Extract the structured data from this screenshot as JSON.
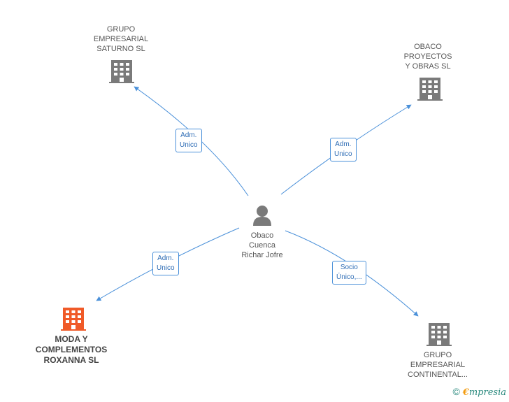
{
  "nodes": {
    "center": {
      "lines": [
        "Obaco",
        "Cuenca",
        "Richar Jofre"
      ],
      "icon": "person-icon"
    },
    "saturno": {
      "lines": [
        "GRUPO",
        "EMPRESARIAL",
        "SATURNO  SL"
      ],
      "icon": "building-icon"
    },
    "obaco_proyectos": {
      "lines": [
        "OBACO",
        "PROYECTOS",
        "Y OBRAS SL"
      ],
      "icon": "building-icon"
    },
    "moda": {
      "lines": [
        "MODA Y",
        "COMPLEMENTOS",
        "ROXANNA SL"
      ],
      "icon": "building-icon"
    },
    "continental": {
      "lines": [
        "GRUPO",
        "EMPRESARIAL",
        "CONTINENTAL..."
      ],
      "icon": "building-icon"
    }
  },
  "relations": {
    "saturno": [
      "Adm.",
      "Unico"
    ],
    "obaco_proyectos": [
      "Adm.",
      "Unico"
    ],
    "moda": [
      "Adm.",
      "Unico"
    ],
    "continental": [
      "Socio",
      "Único,..."
    ]
  },
  "colors": {
    "edge": "#4a90d9",
    "building": "#7a7a7a",
    "building_highlight": "#f05a28",
    "person": "#7a7a7a"
  },
  "footer": {
    "copyright": "©",
    "brand_e": "€",
    "brand_rest": "mpresia"
  }
}
